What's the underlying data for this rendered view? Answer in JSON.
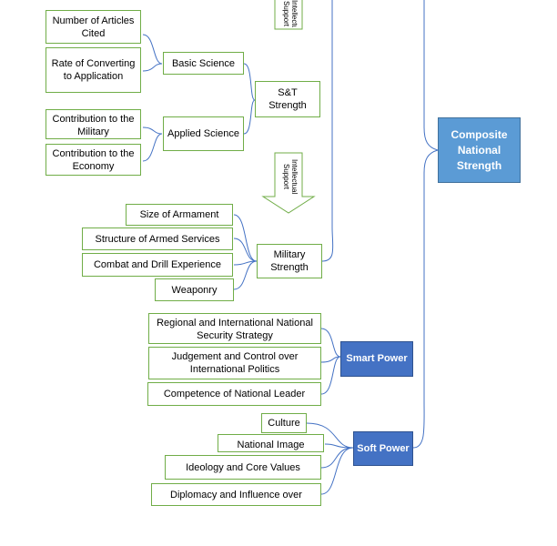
{
  "boxes": {
    "articles_cited": "Number of Articles Cited",
    "rate_converting": "Rate of Converting to Application",
    "contribution_military": "Contribution to the Military",
    "contribution_economy": "Contribution to the Economy",
    "basic_science": "Basic Science",
    "applied_science": "Applied Science",
    "st_strength": "S&T Strength",
    "size_armament": "Size of Armament",
    "structure_armed": "Structure of Armed Services",
    "combat_drill": "Combat and Drill Experience",
    "weaponry": "Weaponry",
    "military_strength": "Military Strength",
    "regional_security": "Regional and International National Security Strategy",
    "judgement_control": "Judgement and Control over International Politics",
    "competence_leader": "Competence of National Leader",
    "culture": "Culture",
    "national_image": "National Image",
    "ideology_values": "Ideology and Core Values",
    "diplomacy_influence": "Diplomacy and Influence over"
  },
  "blue_boxes": {
    "composite": "Composite National Strength",
    "smart_power": "Smart Power",
    "soft_power": "Soft Power"
  },
  "arrows": {
    "top_label": "Intellectual Support",
    "middle_label": "Intellectual Support"
  },
  "colors": {
    "box_border": "#70ad47",
    "connector": "#4472c4",
    "composite_fill": "#5b9bd5",
    "power_fill": "#4472c4"
  }
}
